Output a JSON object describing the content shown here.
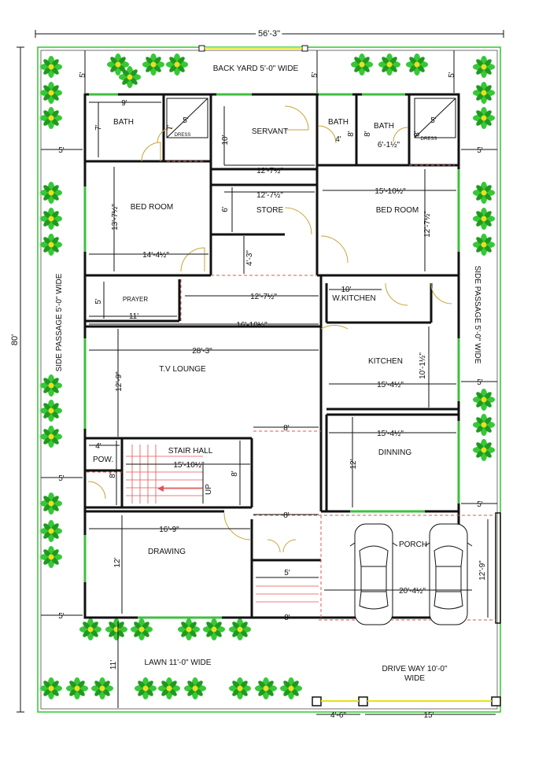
{
  "dimensions": {
    "overall_width": "56'-3\"",
    "overall_depth": "80'",
    "backyard_depth": "5'",
    "servant_depth": "10'",
    "store_depth": "6'",
    "passage_gap": "4'-3\"",
    "prayer_depth": "5'",
    "lounge_depth": "12'-9\"",
    "stair_gap": "8'",
    "pow_width": "4'",
    "pow_depth": "8'",
    "stair_depth": "8'",
    "drawing_gap": "8'",
    "drawing_depth": "12'",
    "steps_width": "5'",
    "lawn_gap": "8'",
    "lawn_depth": "11'",
    "dining_depth": "12'",
    "porch_depth": "12'-9\"",
    "side_left": "5'",
    "side_right": "5'",
    "bath_left_width": "9'",
    "bath_left_depth": "7'",
    "dress_left_width": "5'",
    "dress_left_depth": "7'",
    "bath_mid_width": "4'",
    "bath_mid_depth": "8'",
    "bath_right_width": "6'-1½\"",
    "bath_right_depth": "8'",
    "dress_right_width": "5'",
    "dress_right_depth": "8'",
    "servant_width": "12'-7½\"",
    "store_width": "12'-7½\"",
    "bed_left_depth": "13'-7½\"",
    "bed_left_width": "14'-4½\"",
    "bed_right_width": "15'-10½\"",
    "bed_right_depth": "12'-7½\"",
    "prayer_width": "11'",
    "hall_strip_width": "12'-7½\"",
    "passage_width": "16'-10½\"",
    "lounge_width": "28'-3\"",
    "wkitchen_width": "10'",
    "kitchen_width": "15'-4½\"",
    "kitchen_depth": "10'-1½\"",
    "dining_width": "15'-4½\"",
    "stair_width": "15'-10½\"",
    "drawing_width": "16'-9\"",
    "porch_width": "20'-4½\"",
    "gate_left": "4'-6\"",
    "gate_right": "15'"
  },
  "rooms": {
    "backyard": "BACK  YARD  5'-0\"  WIDE",
    "bath_left": "BATH",
    "dress_left": "DRESS",
    "servant": "SERVANT",
    "bath_mid": "BATH",
    "bath_right": "BATH",
    "dress_right": "DRESS",
    "bed_left": "BED ROOM",
    "store": "STORE",
    "bed_right": "BED ROOM",
    "prayer": "PRAYER",
    "wkitchen": "W.KITCHEN",
    "lounge": "T.V LOUNGE",
    "kitchen": "KITCHEN",
    "stair_hall": "STAIR HALL",
    "up": "UP",
    "pow": "POW.",
    "dinning": "DINNING",
    "drawing": "DRAWING",
    "porch": "PORCH",
    "lawn": "LAWN  11'-0\"  WIDE",
    "driveway_1": "DRIVE WAY 10'-0\"",
    "driveway_2": "WIDE",
    "side_left": "SIDE  PASSAGE  5'-0\"  WIDE",
    "side_right": "SIDE  PASSAGE  5'-0\"  WIDE"
  },
  "colors": {
    "wall": "#111111",
    "window": "#3fbf3f",
    "door": "#c9a33a",
    "hidden_line": "#e05555",
    "plant_green": "#2fc82f",
    "plant_yellow": "#e8e020",
    "boundary": "#2fc82f"
  }
}
